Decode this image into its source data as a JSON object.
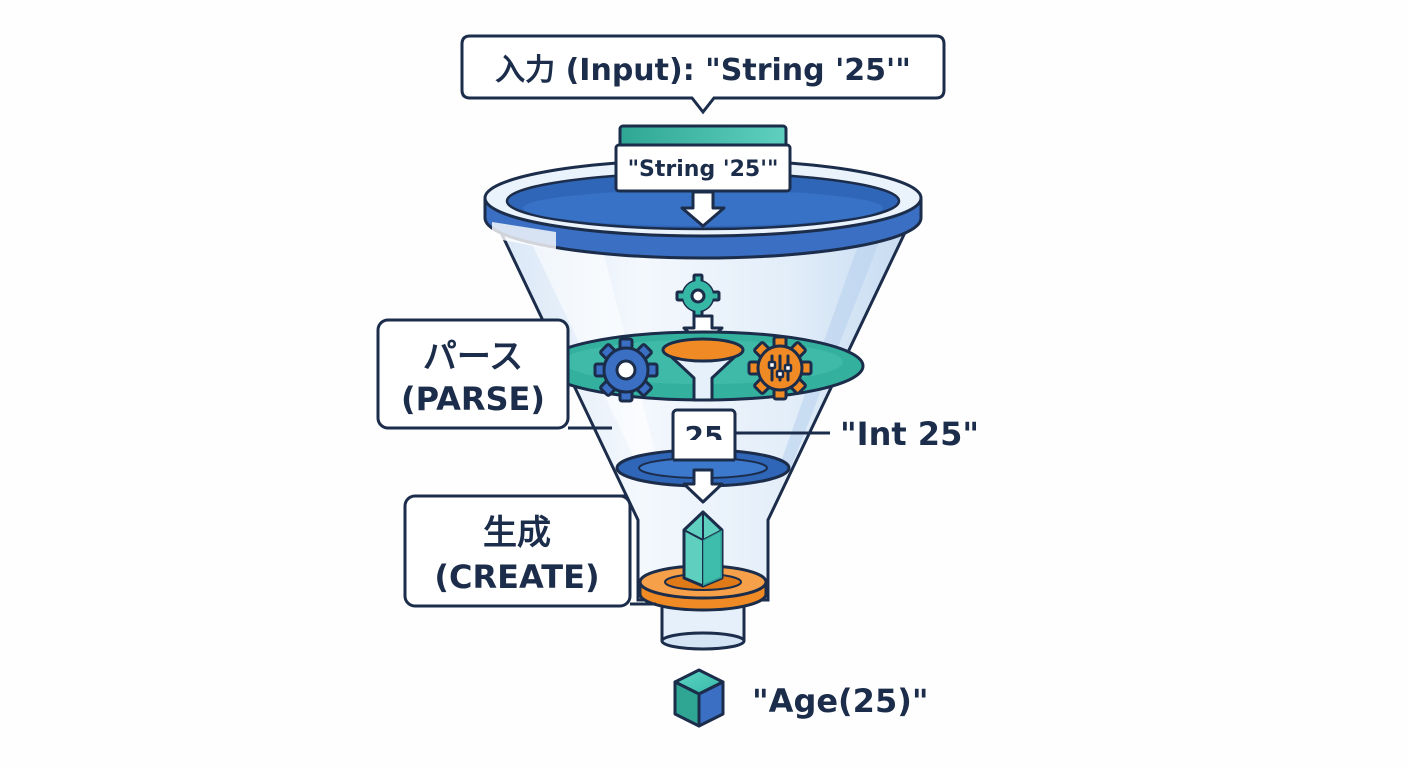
{
  "callouts": {
    "input_label": "入力 (Input): \"String '25'\"",
    "parse_label_jp": "パース",
    "parse_label_en": "(PARSE)",
    "create_label_jp": "生成",
    "create_label_en": "(CREATE)",
    "int_label": "\"Int 25\"",
    "output_label": "\"Age(25)\""
  },
  "funnel": {
    "input_token": "\"String '25'\"",
    "int_token": "25"
  },
  "icons": [
    "gear-icon",
    "gear-icon",
    "settings-gear-icon",
    "mini-funnel-icon",
    "crystal-icon",
    "cube-icon",
    "arrow-down-icon"
  ],
  "colors": {
    "outline": "#1b2d4a",
    "rim_blue": "#3a6fc4",
    "inner_blue": "#2f66b8",
    "teal": "#36b7a6",
    "orange": "#f08a24",
    "glass": "#e6f0fa"
  }
}
